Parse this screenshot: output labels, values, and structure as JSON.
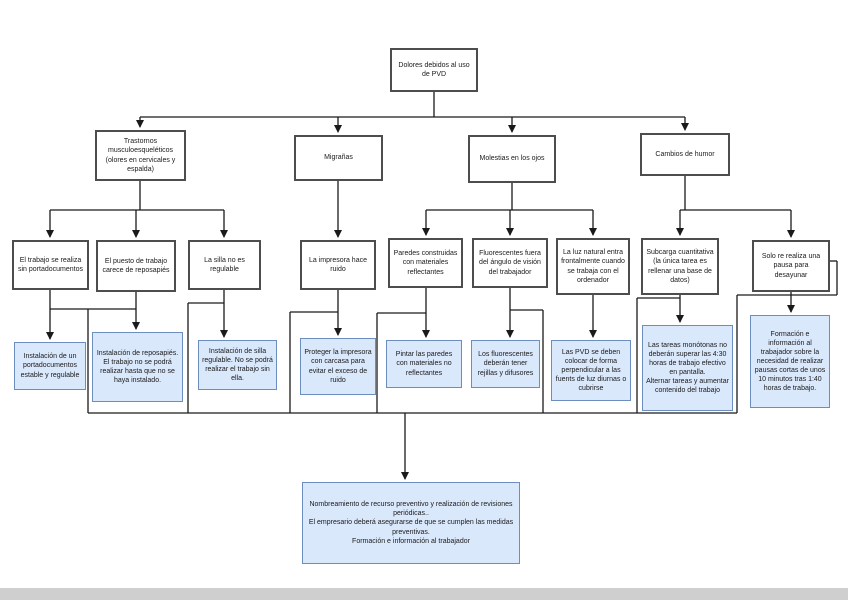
{
  "diagram": {
    "title": "Dolores debidos al uso de PVD",
    "colors": {
      "node_fill": "#ffffff",
      "node_border": "#4d4d4d",
      "solution_fill": "#dae8fc",
      "solution_border": "#6c8ebf",
      "line": "#1a1a1a"
    },
    "nodes": {
      "root": {
        "label": "Dolores debidos al uso de PVD"
      },
      "trastornos": {
        "label": "Trastornos musculoesqueléticos (olores en cervicales y espalda)"
      },
      "migranas": {
        "label": "Migrañas"
      },
      "molestias": {
        "label": "Molestias en los ojos"
      },
      "cambios": {
        "label": "Cambios de humor"
      },
      "c1": {
        "label": "El trabajo se realiza sin portadocumentos"
      },
      "c2": {
        "label": "El puesto de trabajo carece de reposapiés"
      },
      "c3": {
        "label": "La silla no es regulable"
      },
      "c4": {
        "label": "La impresora hace ruido"
      },
      "c5": {
        "label": "Paredes construidas con materiales reflectantes"
      },
      "c6": {
        "label": "Fluorescentes fuera del ángulo de visión del trabajador"
      },
      "c7": {
        "label": "La luz natural entra frontalmente cuando se trabaja con el ordenador"
      },
      "c8": {
        "label": "Subcarga cuantitativa (la única tarea es rellenar una base de datos)"
      },
      "c9": {
        "label": "Solo re realiza una pausa para desayunar"
      },
      "s1": {
        "label": "Instalación de un portadocumentos estable y regulable"
      },
      "s2": {
        "label": "Instalación de reposapiés. El trabajo no se podrá realizar hasta que no se haya instalado."
      },
      "s3": {
        "label": "Instalación de silla regulable. No se podrá realizar el trabajo sin ella."
      },
      "s4": {
        "label": "Proteger la impresora con carcasa para evitar el exceso de ruido"
      },
      "s5": {
        "label": "Pintar las paredes con materiales no reflectantes"
      },
      "s6": {
        "label": "Los fluorescentes deberán tener rejillas y difusores"
      },
      "s7": {
        "label": "Las PVD se deben colocar de forma perpendicular a las fuents de luz diurnas o cubrirse"
      },
      "s8": {
        "label": "Las tareas monótonas no deberán superar las 4:30 horas de trabajo efectivo en pantalla.\nAlternar tareas y aumentar contenido del trabajo"
      },
      "s9": {
        "label": "Formación e información al trabajador sobre la necesidad de realizar pausas cortas de unos 10 minutos tras 1:40 horas de trabajo."
      },
      "final": {
        "label": "Nombreamiento de recurso preventivo y realización de revisiones periódicas..\nEl empresario deberá asegurarse de que se cumplen las medidas preventivas.\nFormación e información al trabajador"
      }
    }
  }
}
